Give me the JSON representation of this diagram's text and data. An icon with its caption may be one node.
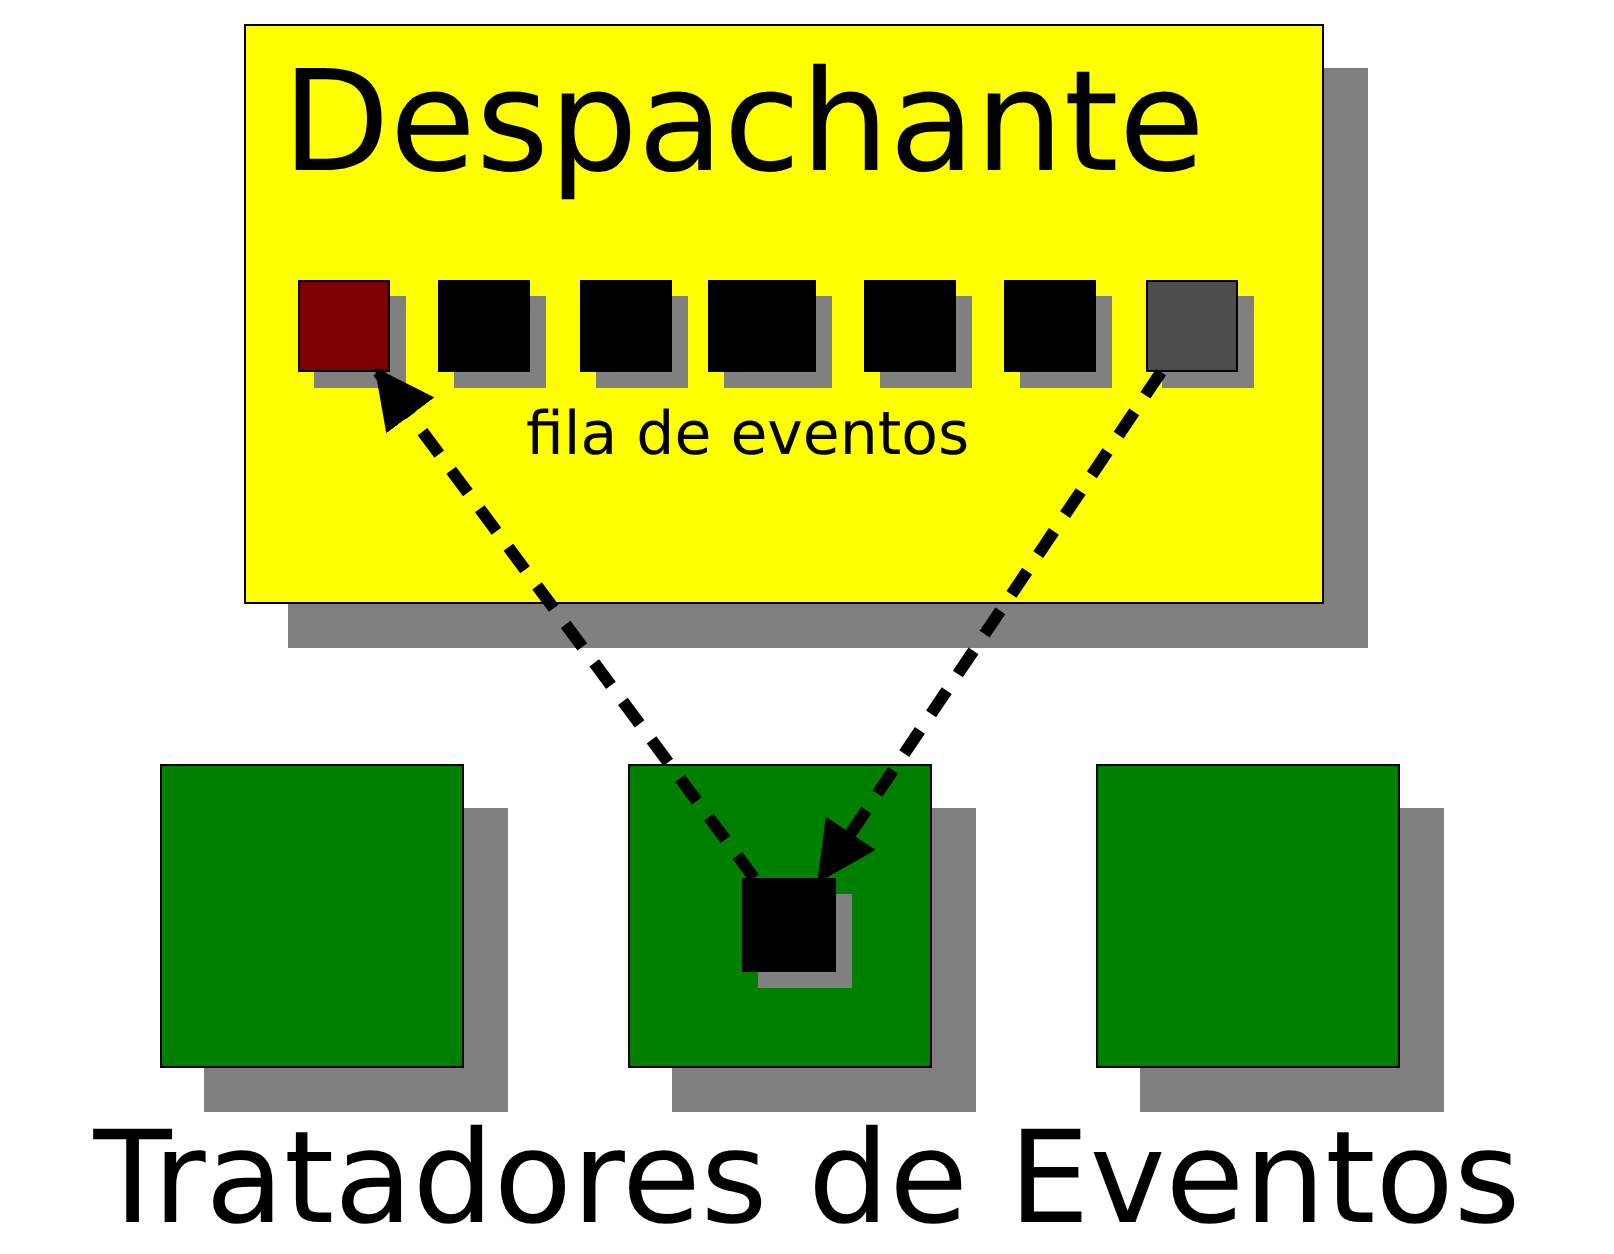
{
  "diagram": {
    "nodes": [
      {
        "text": [
          "Despachante",
          "fila de eventos"
        ]
      },
      {
        "text": [],
        "shape": "box",
        "in": 0
      },
      {
        "text": [],
        "shape": "box",
        "in": 0
      },
      {
        "text": [],
        "shape": "box",
        "in": 0
      },
      {
        "text": [],
        "shape": "box",
        "in": 0
      },
      {
        "text": [],
        "shape": "box",
        "in": 0
      },
      {
        "text": [],
        "shape": "box",
        "in": 0
      },
      {
        "text": [],
        "shape": "box",
        "in": 0
      },
      {
        "text": [],
        "shape": "box"
      },
      {
        "text": [],
        "shape": "box"
      },
      {
        "text": [],
        "shape": "box"
      },
      {
        "text": [],
        "shape": "box",
        "in": 9
      }
    ],
    "edges": [
      {
        "from": 7,
        "to": 11,
        "arrow": "to",
        "style": "dashed"
      },
      {
        "from": 11,
        "to": 1,
        "arrow": "to",
        "style": "dashed"
      }
    ],
    "labels": [
      "Tratadores de Eventos"
    ]
  }
}
